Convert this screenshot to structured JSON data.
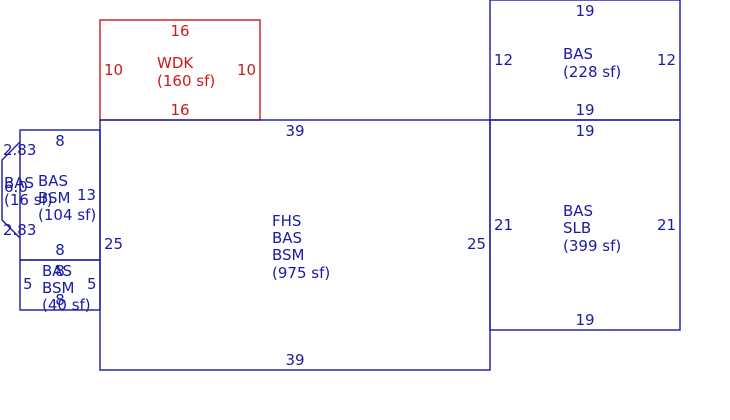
{
  "colors": {
    "main": "#1a1aa6",
    "deck": "#cc1a1a"
  },
  "areas": [
    {
      "id": "wdk",
      "color": "deck",
      "label": [
        "WDK",
        "(160 sf)"
      ],
      "dims": [
        "16",
        "16",
        "10",
        "10"
      ]
    },
    {
      "id": "bas-top-right",
      "color": "main",
      "label": [
        "BAS",
        "(228 sf)"
      ],
      "dims": [
        "19",
        "19",
        "12",
        "12"
      ]
    },
    {
      "id": "fhs-main",
      "color": "main",
      "label": [
        "FHS",
        "BAS",
        "BSM",
        "(975 sf)"
      ],
      "dims": [
        "39",
        "39",
        "25",
        "25"
      ]
    },
    {
      "id": "bas-slb",
      "color": "main",
      "label": [
        "BAS",
        "SLB",
        "(399 sf)"
      ],
      "dims": [
        "19",
        "19",
        "21",
        "21"
      ]
    },
    {
      "id": "bas-bsm-left",
      "color": "main",
      "label": [
        "BAS",
        "BSM",
        "(104 sf)"
      ],
      "dims": [
        "8",
        "8",
        "13"
      ]
    },
    {
      "id": "bas-bsm-small",
      "color": "main",
      "label": [
        "BAS",
        "BSM",
        "(40 sf)"
      ],
      "dims": [
        "8",
        "8",
        "5",
        "5"
      ]
    },
    {
      "id": "bas-bay",
      "color": "main",
      "label": [
        "BAS",
        "(16 sf)"
      ],
      "dims": [
        "2.83",
        "2.83",
        "6.0"
      ]
    }
  ]
}
